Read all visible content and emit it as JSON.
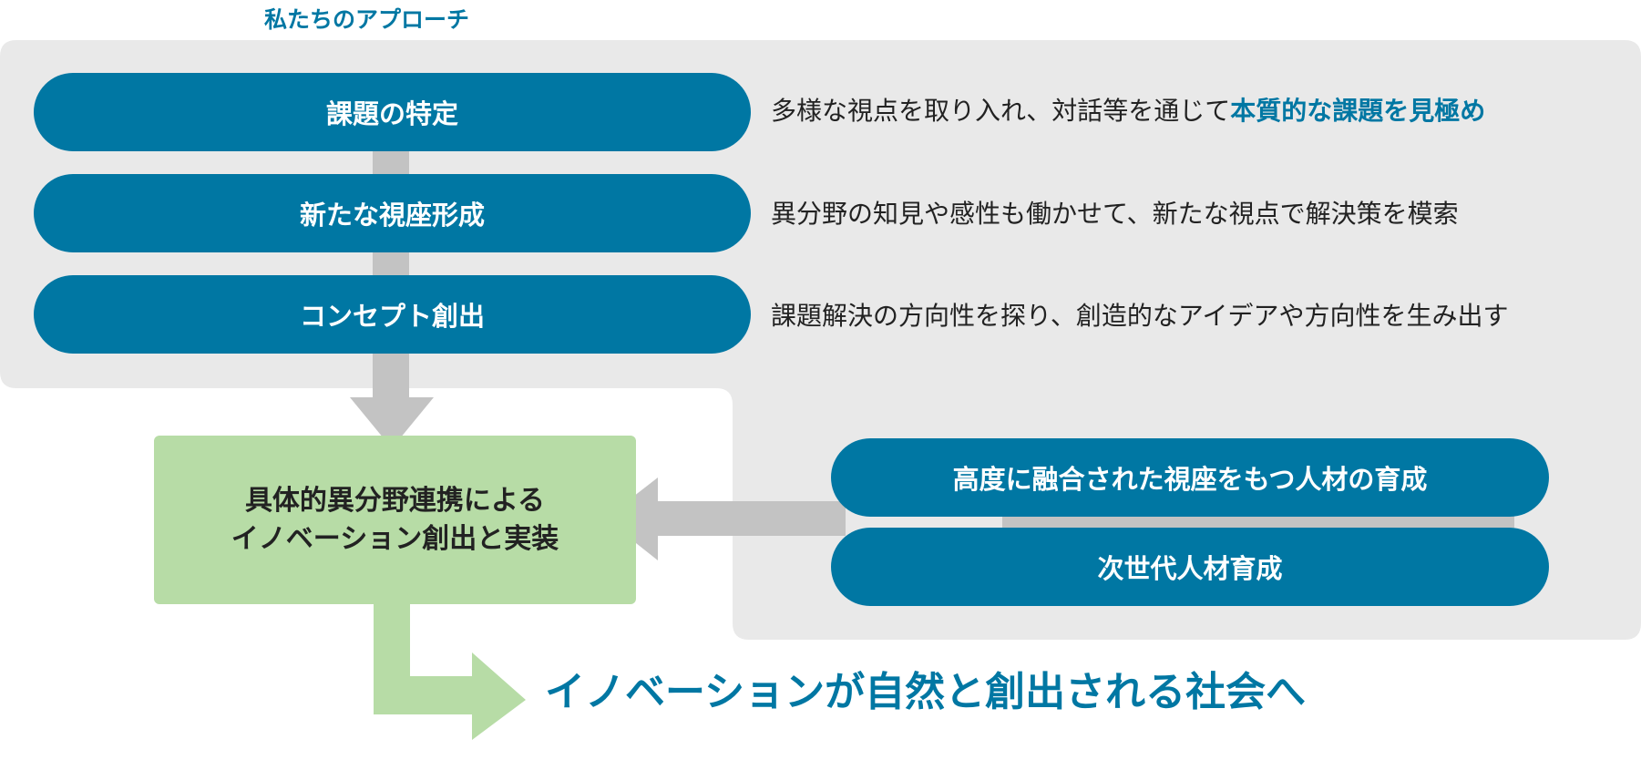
{
  "heading": "私たちのアプローチ",
  "steps": [
    {
      "label": "課題の特定",
      "desc_plain": "多様な視点を取り入れ、対話等を通じて",
      "desc_highlight": "本質的な課題を見極め"
    },
    {
      "label": "新たな視座形成",
      "desc_plain": "異分野の知見や感性も働かせて、新たな視点で解決策を模索"
    },
    {
      "label": "コンセプト創出",
      "desc_plain": "課題解決の方向性を探り、創造的なアイデアや方向性を生み出す"
    }
  ],
  "outcome": {
    "line1": "具体的異分野連携による",
    "line2": "イノベーション創出と実装"
  },
  "talent": [
    {
      "label": "高度に融合された視座をもつ人材の育成"
    },
    {
      "label": "次世代人材育成"
    }
  ],
  "final_statement": "イノベーションが自然と創出される社会へ",
  "colors": {
    "primary_blue": "#0077a3",
    "panel_gray": "#e9e9e9",
    "arrow_gray": "#c3c3c3",
    "green": "#b7dca6"
  }
}
